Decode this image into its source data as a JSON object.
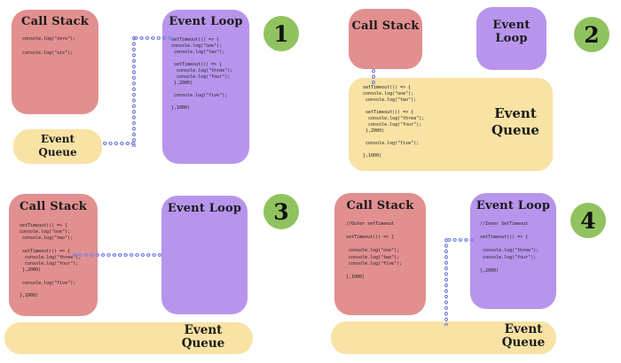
{
  "colors": {
    "call_stack_bg": "#E28F8F",
    "event_loop_bg": "#B795EC",
    "event_queue_bg": "#F8E2A4",
    "badge_bg": "#90C35F",
    "dots": "#7B85E2",
    "text": "#1A1A1A"
  },
  "labels": {
    "call_stack": "Call Stack",
    "event_loop": "Event Loop",
    "queue_line1": "Event",
    "queue_line2": "Queue"
  },
  "panels": [
    {
      "number": "1",
      "call_stack_code": "console.log(\"zero\");\n\nconsole.log(\"six\");",
      "event_loop_code": "setTimeout(() => {\nconsole.log(\"one\");\n console.log(\"two\");\n\n setTimeout(() => {\n  console.log(\"three\");\n  console.log(\"four\");\n },2000)\n\n console.log(\"five\");\n\n},1000)"
    },
    {
      "number": "2",
      "event_queue_code": "setTimeout(() => {\nconsole.log(\"one\");\n console.log(\"two\");\n\n setTimeout(() => {\n  console.log(\"three\");\n  console.log(\"four\");\n },2000)\n\n console.log(\"five\");\n\n},1000)"
    },
    {
      "number": "3",
      "call_stack_code": "setTimeout(() => {\nconsole.log(\"one\");\n console.log(\"two\");\n\n setTimeout(() => {\n  console.log(\"three\");\n  console.log(\"four\");\n },2000)\n\n console.log(\"five\");\n\n},1000)"
    },
    {
      "number": "4",
      "call_stack_code": "//Outer setTimeout\n\nsetTimeout(() => {\n\n console.log(\"one\");\n console.log(\"two\");\n console.log(\"five\");\n\n},1000)",
      "event_loop_code": "//Inner SetTimeout\n\nsetTimeout(() => {\n\n console.log(\"three\");\n console.log(\"four\");\n\n},2000)"
    }
  ]
}
